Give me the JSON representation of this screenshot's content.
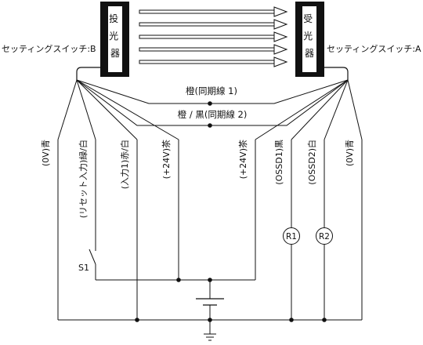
{
  "units": {
    "emitter_label": "投光器",
    "receiver_label": "受光器",
    "setting_switch_left": "セッティングスイッチ:B",
    "setting_switch_right": "セッティングスイッチ:A"
  },
  "sync_wires": {
    "sync1": "橙(同期線 1)",
    "sync2": "橙 / 黒(同期線 2)"
  },
  "wire_labels": {
    "ov_left": "(0V)青",
    "reset_input": "(リセット入力)緑/白",
    "input1": "(入力1)赤/白",
    "plus24_left": "(+24V)茶",
    "plus24_right": "(+24V)茶",
    "ossd1": "(OSSD1)黒",
    "ossd2": "(OSSD2)白",
    "ov_right": "(0V)青"
  },
  "components": {
    "switch_s1": "S1",
    "relay_r1": "R1",
    "relay_r2": "R2"
  }
}
